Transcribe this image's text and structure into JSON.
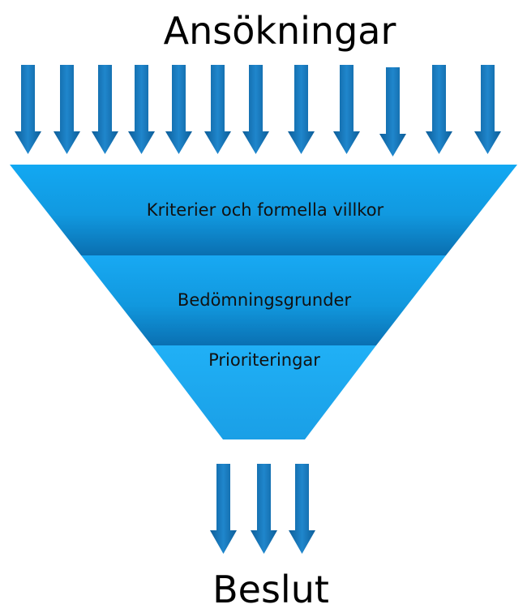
{
  "top_label": "Ansökningar",
  "bottom_label": "Beslut",
  "stages": [
    {
      "label": "Kriterier och formella villkor"
    },
    {
      "label": "Bedömningsgrunder"
    },
    {
      "label": "Prioriteringar"
    }
  ],
  "colors": {
    "arrow": "#1a7fc4",
    "arrow_dark": "#0d5e99",
    "funnel_light": "#1aa6ef",
    "funnel_dark": "#0b78bd"
  }
}
